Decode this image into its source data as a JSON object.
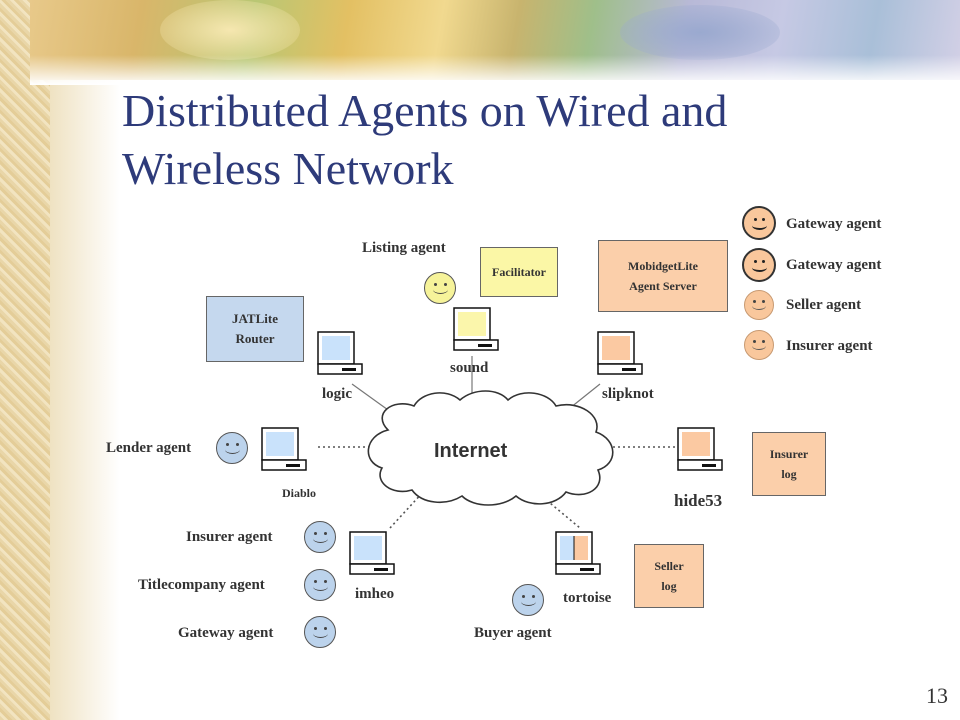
{
  "slide": {
    "title": "Distributed Agents on Wired and Wireless Network",
    "page_number": "13"
  },
  "network": {
    "cloud_label": "Internet",
    "computers": {
      "logic": "logic",
      "sound": "sound",
      "slipknot": "slipknot",
      "diablo": "Diablo",
      "hide53": "hide53",
      "imheo": "imheo",
      "tortoise": "tortoise"
    },
    "boxes": {
      "facilitator": "Facilitator",
      "jatlite_line1": "JATLite",
      "jatlite_line2": "Router",
      "mobidget_line1": "MobidgetLite",
      "mobidget_line2": "Agent Server",
      "insurer_log_line1": "Insurer",
      "insurer_log_line2": "log",
      "seller_log_line1": "Seller",
      "seller_log_line2": "log"
    },
    "agents": {
      "listing": "Listing agent",
      "lender": "Lender agent",
      "insurer": "Insurer agent",
      "titlecompany": "Titlecompany agent",
      "gateway": "Gateway agent",
      "buyer": "Buyer agent"
    }
  },
  "legend": {
    "items": [
      "Gateway agent",
      "Gateway agent",
      "Seller agent",
      "Insurer agent"
    ]
  },
  "colors": {
    "title": "#2e3b7a",
    "blue_agent": "#bcd3ec",
    "orange_agent": "#f9c79c",
    "yellow_agent": "#f6f39a",
    "facilitator_box": "#fbf7a6",
    "jatlite_box": "#c5d8ee",
    "orange_box": "#fbcfaa",
    "screen_blue": "#c9e2fb",
    "screen_yellow": "#fbf6ab",
    "screen_orange": "#fbc9a2"
  }
}
